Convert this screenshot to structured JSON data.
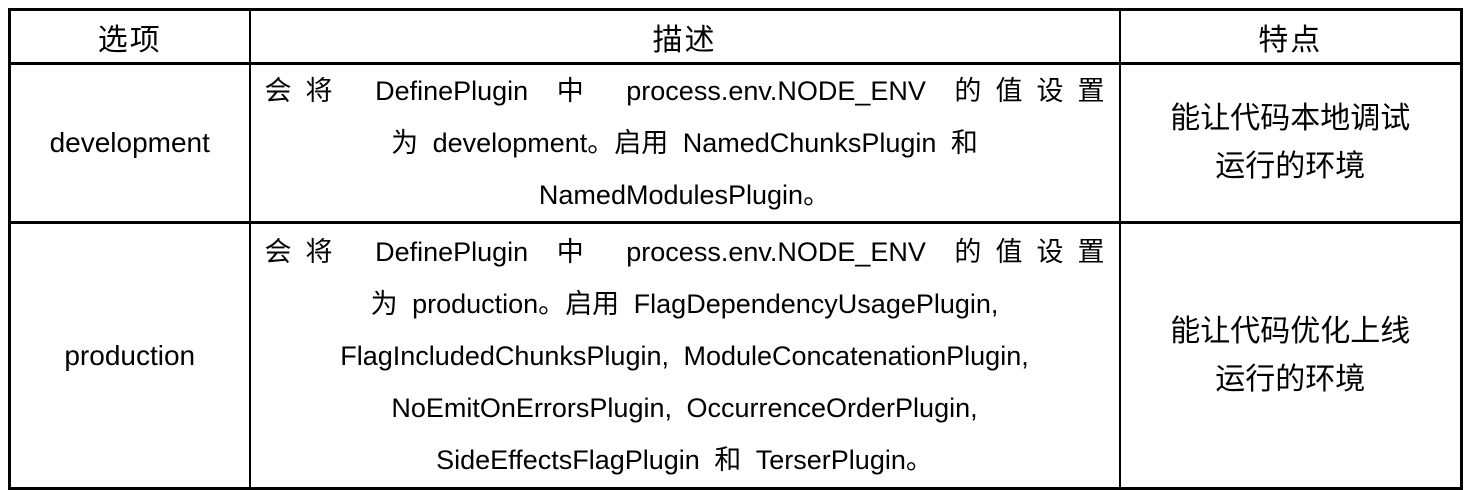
{
  "table": {
    "headers": [
      "选项",
      "描述",
      "特点"
    ],
    "rows": [
      {
        "option": "development",
        "description_lines": [
          "会将 DefinePlugin 中 process.env.NODE_ENV 的值设置",
          "为 development。启用 NamedChunksPlugin 和",
          "NamedModulesPlugin。"
        ],
        "feature_lines": [
          "能让代码本地调试",
          "运行的环境"
        ]
      },
      {
        "option": "production",
        "description_lines": [
          "会将 DefinePlugin 中 process.env.NODE_ENV 的值设置",
          "为 production。启用 FlagDependencyUsagePlugin,",
          "FlagIncludedChunksPlugin, ModuleConcatenationPlugin,",
          "NoEmitOnErrorsPlugin, OccurrenceOrderPlugin,",
          "SideEffectsFlagPlugin 和 TerserPlugin。"
        ],
        "feature_lines": [
          "能让代码优化上线",
          "运行的环境"
        ]
      }
    ]
  }
}
